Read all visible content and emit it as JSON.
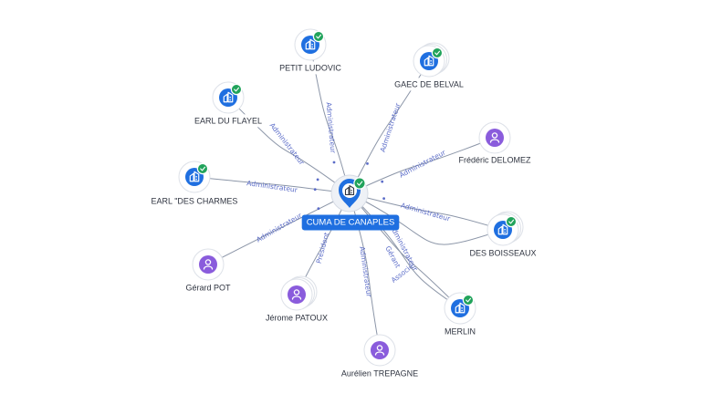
{
  "center": {
    "label": "CUMA DE CANAPLES",
    "kind": "company",
    "verified": true,
    "icon": "building-icon"
  },
  "nodes": [
    {
      "id": "petit-ludovic",
      "label": "PETIT LUDOVIC",
      "kind": "company",
      "verified": true,
      "stacked": false
    },
    {
      "id": "gaec-de-belval",
      "label": "GAEC DE BELVAL",
      "kind": "company",
      "verified": true,
      "stacked": true
    },
    {
      "id": "earl-du-flayel",
      "label": "EARL DU FLAYEL",
      "kind": "company",
      "verified": true,
      "stacked": false
    },
    {
      "id": "frederic-delomez",
      "label": "Frédéric DELOMEZ",
      "kind": "person",
      "verified": false,
      "stacked": false
    },
    {
      "id": "earl-des-charmes",
      "label": "EARL \"DES CHARMES",
      "kind": "company",
      "verified": true,
      "stacked": false
    },
    {
      "id": "des-boisseaux",
      "label": "DES BOISSEAUX",
      "kind": "company",
      "verified": true,
      "stacked": true
    },
    {
      "id": "gerard-pot",
      "label": "Gérard POT",
      "kind": "person",
      "verified": false,
      "stacked": false
    },
    {
      "id": "jerome-patoux",
      "label": "Jérome PATOUX",
      "kind": "person",
      "verified": false,
      "stacked": true
    },
    {
      "id": "merlin",
      "label": "MERLIN",
      "kind": "company",
      "verified": true,
      "stacked": false
    },
    {
      "id": "aurelien-trepagne",
      "label": "Aurélien TREPAGNE",
      "kind": "person",
      "verified": false,
      "stacked": false
    }
  ],
  "edges": [
    {
      "to": "petit-ludovic",
      "label": "Administrateur"
    },
    {
      "to": "gaec-de-belval",
      "label": "Administrateur"
    },
    {
      "to": "earl-du-flayel",
      "label": "Administrateur"
    },
    {
      "to": "frederic-delomez",
      "label": "Administrateur"
    },
    {
      "to": "earl-des-charmes",
      "label": "Administrateur"
    },
    {
      "to": "des-boisseaux",
      "label": "Administrateur"
    },
    {
      "to": "des-boisseaux",
      "label": "Associé"
    },
    {
      "to": "gerard-pot",
      "label": "Administrateur"
    },
    {
      "to": "jerome-patoux",
      "label": "Président"
    },
    {
      "to": "merlin",
      "label": "Administrateur"
    },
    {
      "to": "merlin",
      "label": "Gérant"
    },
    {
      "to": "aurelien-trepagne",
      "label": "Administrateur"
    }
  ],
  "colors": {
    "company": "#1f6fe0",
    "person": "#8a5cdc",
    "verified": "#21a35b",
    "edge": "#8c96a8",
    "edge_label": "#5b6cc8",
    "center_badge": "#1f6fe0"
  }
}
